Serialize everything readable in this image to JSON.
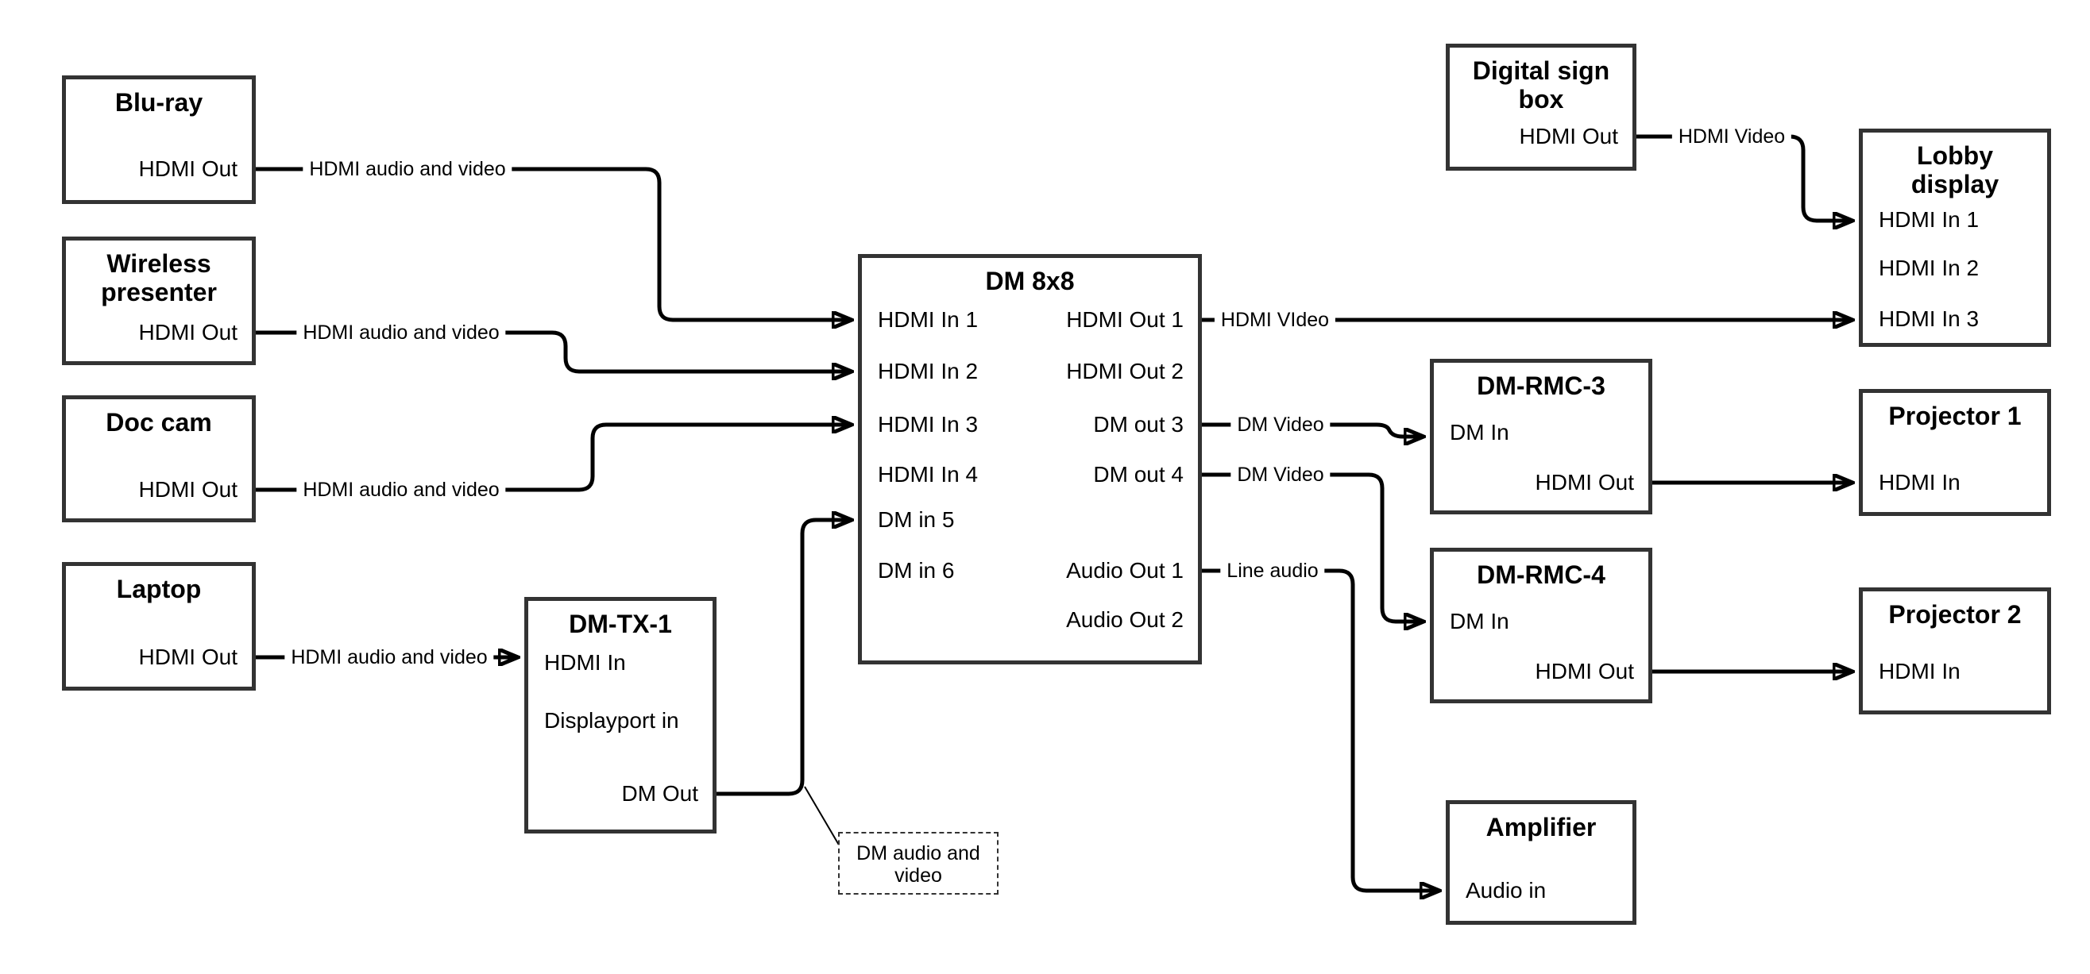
{
  "nodes": {
    "blu_ray": {
      "title": "Blu-ray",
      "hdmi_out": "HDMI Out"
    },
    "wireless_presenter": {
      "title1": "Wireless",
      "title2": "presenter",
      "hdmi_out": "HDMI Out"
    },
    "doc_cam": {
      "title": "Doc cam",
      "hdmi_out": "HDMI Out"
    },
    "laptop": {
      "title": "Laptop",
      "hdmi_out": "HDMI Out"
    },
    "dm_tx_1": {
      "title": "DM-TX-1",
      "hdmi_in": "HDMI In",
      "displayport_in": "Displayport in",
      "dm_out": "DM Out"
    },
    "dm_8x8": {
      "title": "DM 8x8",
      "inputs": [
        "HDMI In 1",
        "HDMI In 2",
        "HDMI In 3",
        "HDMI In 4",
        "DM in 5",
        "DM in 6"
      ],
      "outputs": [
        "HDMI Out 1",
        "HDMI Out 2",
        "DM out 3",
        "DM out 4",
        "Audio Out 1",
        "Audio Out 2"
      ]
    },
    "digital_sign_box": {
      "title1": "Digital sign",
      "title2": "box",
      "hdmi_out": "HDMI Out"
    },
    "lobby_display": {
      "title1": "Lobby",
      "title2": "display",
      "inputs": [
        "HDMI In 1",
        "HDMI In 2",
        "HDMI In 3"
      ]
    },
    "dm_rmc_3": {
      "title": "DM-RMC-3",
      "dm_in": "DM In",
      "hdmi_out": "HDMI Out"
    },
    "dm_rmc_4": {
      "title": "DM-RMC-4",
      "dm_in": "DM In",
      "hdmi_out": "HDMI Out"
    },
    "amplifier": {
      "title": "Amplifier",
      "audio_in": "Audio in"
    },
    "projector_1": {
      "title": "Projector 1",
      "hdmi_in": "HDMI In"
    },
    "projector_2": {
      "title": "Projector 2",
      "hdmi_in": "HDMI In"
    }
  },
  "edges": {
    "blu_ray_to_dm8x8_in1": {
      "label": "HDMI audio and video"
    },
    "wireless_presenter_to_dm8x8_in2": {
      "label": "HDMI audio and video"
    },
    "doc_cam_to_dm8x8_in3": {
      "label": "HDMI audio and video"
    },
    "laptop_to_dm_tx_1": {
      "label": "HDMI audio and video"
    },
    "dm8x8_out1_to_lobby_in3": {
      "label": "HDMI VIdeo"
    },
    "dm8x8_out3_to_dm_rmc_3": {
      "label": "DM Video"
    },
    "dm8x8_out4_to_dm_rmc_4": {
      "label": "DM Video"
    },
    "dm8x8_audio1_to_amplifier": {
      "label": "Line audio"
    },
    "digital_sign_to_lobby_in1": {
      "label": "HDMI Video"
    }
  },
  "note": {
    "line1": "DM audio and",
    "line2": "video"
  },
  "colors": {
    "wire": "#000000",
    "box_border": "#333333",
    "text": "#000000",
    "background": "#ffffff"
  }
}
